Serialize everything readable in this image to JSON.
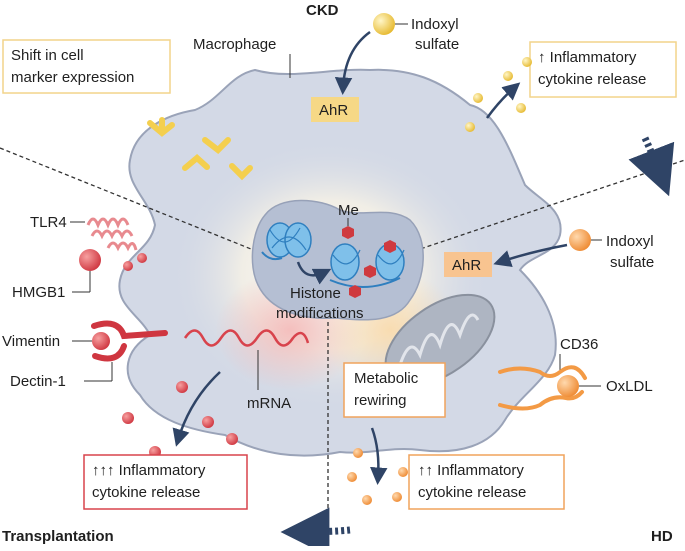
{
  "labels": {
    "ckd": "CKD",
    "hd": "HD",
    "transplantation": "Transplantation",
    "macrophage": "Macrophage",
    "indoxyl_sulfate_top": [
      "Indoxyl",
      "sulfate"
    ],
    "indoxyl_sulfate_right": [
      "Indoxyl",
      "sulfate"
    ],
    "ahr_top": "AhR",
    "ahr_right": "AhR",
    "shift_box": [
      "Shift in cell",
      "marker expression"
    ],
    "cytokine_top": [
      "↑ Inflammatory",
      "cytokine release"
    ],
    "me": "Me",
    "histone": [
      "Histone",
      "modifications"
    ],
    "tlr4": "TLR4",
    "hmgb1": "HMGB1",
    "vimentin": "Vimentin",
    "dectin1": "Dectin-1",
    "mrna": "mRNA",
    "cd36": "CD36",
    "oxldl": "OxLDL",
    "metabolic": [
      "Metabolic",
      "rewiring"
    ],
    "cytokine_left": [
      "↑↑↑ Inflammatory",
      "cytokine release"
    ],
    "cytokine_right": [
      "↑↑ Inflammatory",
      "cytokine release"
    ]
  },
  "colors": {
    "cell_fill": "#d3d9e6",
    "cell_stroke": "#9aa3b8",
    "nucleus": "#b5bfd3",
    "ckd_yellow": "#f4cf4e",
    "hd_orange": "#f39a45",
    "transplant_red": "#d8434c",
    "dna_blue": "#4a9fd8",
    "methyl_red": "#cf3a3f",
    "arrow_navy": "#2f4466",
    "box_yellow_border": "#f2d48a",
    "box_orange_border": "#f0a35c",
    "box_red_border": "#d8434c"
  }
}
